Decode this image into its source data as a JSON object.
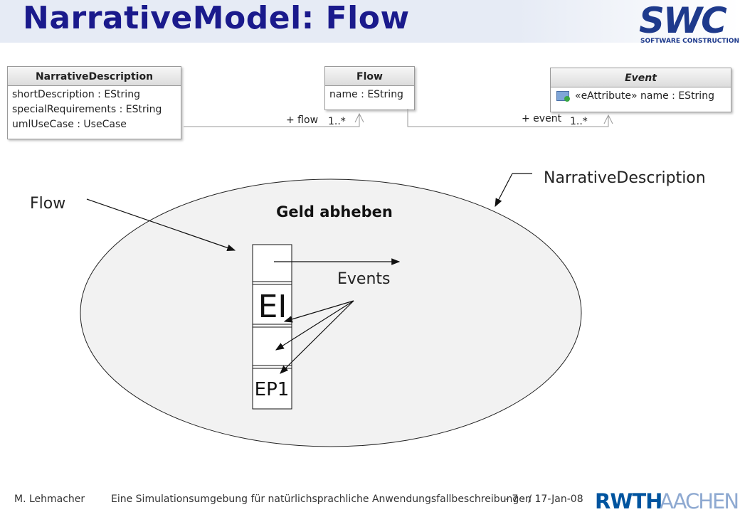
{
  "slide": {
    "title": "NarrativeModel: Flow",
    "logo_text": "SWC",
    "logo_subtext": "SOFTWARE CONSTRUCTION"
  },
  "uml": {
    "narrative_description": {
      "name": "NarrativeDescription",
      "attributes": [
        "shortDescription : EString",
        "specialRequirements : EString",
        "umlUseCase : UseCase"
      ]
    },
    "flow": {
      "name": "Flow",
      "attributes": [
        "name : EString"
      ]
    },
    "event": {
      "name": "Event",
      "attributes": [
        "«eAttribute» name : EString"
      ]
    },
    "assoc_flow": {
      "role": "+ flow",
      "multiplicity": "1..*"
    },
    "assoc_event": {
      "role": "+ event",
      "multiplicity": "1..*"
    }
  },
  "illustration": {
    "use_case_name": "Geld abheben",
    "label_flow": "Flow",
    "label_narrative": "NarrativeDescription",
    "label_events": "Events",
    "event_cells": [
      "",
      "EI",
      "",
      "EP1"
    ]
  },
  "footer": {
    "author": "M. Lehmacher",
    "description": "Eine Simulationsumgebung für natürlichsprachliche Anwendungsfallbeschreibungen",
    "page": "- 7 - / 17-Jan-08",
    "logo_left": "RWTH",
    "logo_right": "AACHEN"
  },
  "colors": {
    "title": "#1a1a8c",
    "logo": "#1e3a8c",
    "ellipse_fill": "#f2f2f2",
    "rwth_blue": "#00549f"
  }
}
